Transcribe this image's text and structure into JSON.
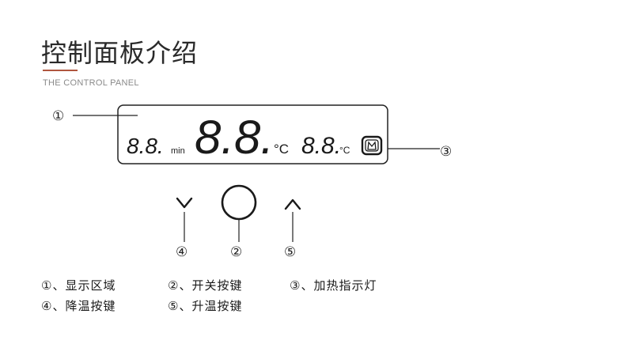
{
  "header": {
    "title": "控制面板介绍",
    "subtitle": "THE CONTROL PANEL",
    "accent_color": "#b0563f"
  },
  "display": {
    "left_digits": "8.8.",
    "left_unit": "min",
    "center_digits": "8.8.",
    "center_unit": "°C",
    "right_digits": "8.8.",
    "right_unit": "°C",
    "heat_icon": "heating-element-icon"
  },
  "controls": {
    "down_glyph": "∨",
    "up_glyph": "∧",
    "power_icon": "circle-button-icon"
  },
  "callouts": {
    "c1": "①",
    "c2": "②",
    "c3": "③",
    "c4": "④",
    "c5": "⑤"
  },
  "legend": {
    "row1": [
      "①、显示区域",
      "②、开关按键",
      "③、加热指示灯"
    ],
    "row2": [
      "④、降温按键",
      "⑤、升温按键"
    ]
  }
}
